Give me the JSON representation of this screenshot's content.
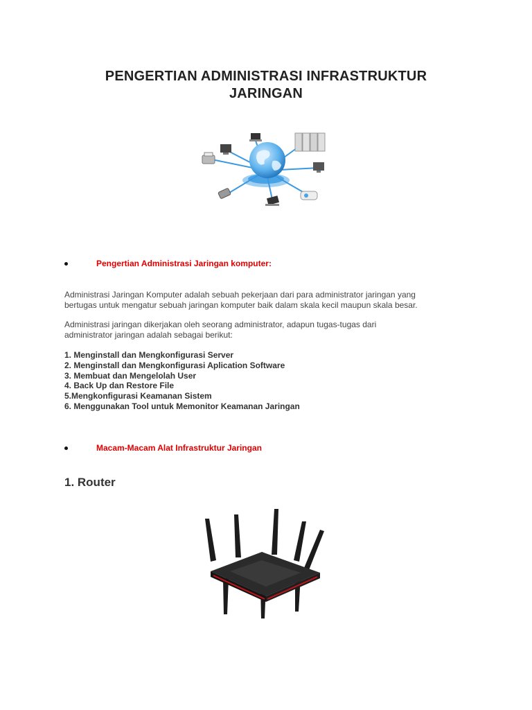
{
  "document": {
    "title_lines": [
      "PENGERTIAN ADMINISTRASI INFRASTRUKTUR",
      "JARINGAN"
    ],
    "images": {
      "network": "network-globe-illustration",
      "router": "router-photo"
    },
    "section1": {
      "heading": "Pengertian Administrasi Jaringan komputer:",
      "paragraph1_lines": [
        "Administrasi Jaringan Komputer adalah sebuah pekerjaan dari para administrator jaringan yang",
        "bertugas untuk mengatur sebuah jaringan komputer baik dalam skala kecil maupun skala besar."
      ],
      "paragraph2_lines": [
        "Administrasi jaringan dikerjakan oleh seorang administrator, adapun tugas-tugas dari",
        "administrator jaringan adalah sebagai berikut:"
      ],
      "tasks": [
        "1. Menginstall dan Mengkonfigurasi Server",
        "2. Menginstall dan Mengkonfigurasi Aplication Software",
        "3. Membuat dan Mengelolah User",
        "4. Back Up dan Restore File",
        "5.Mengkonfigurasi Keamanan Sistem",
        "6. Menggunakan Tool untuk Memonitor Keamanan Jaringan"
      ]
    },
    "section2": {
      "heading": "Macam-Macam Alat Infrastruktur Jaringan",
      "subheading": "1. Router"
    },
    "colors": {
      "accent_red": "#e00000",
      "globe_blue": "#2e8fd6",
      "text": "#222222"
    }
  }
}
